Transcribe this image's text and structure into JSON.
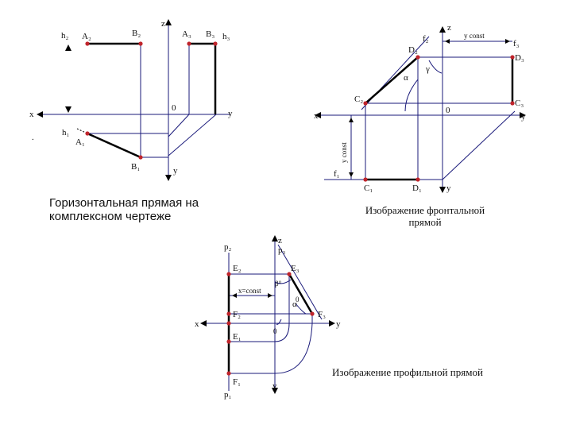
{
  "captions": {
    "horizontal": "Горизонтальная прямая на комплексном чертеже",
    "frontal": "Изображение фронтальной прямой",
    "profile": "Изображение профильной прямой"
  },
  "fig1": {
    "h2": "h₂",
    "A2": "A₂",
    "B2": "B₂",
    "z": "z",
    "A3": "A₃",
    "B3": "B₃",
    "h3": "h₃",
    "x": "x",
    "zero": "0",
    "y": "y",
    "h1": "h₁",
    "A1": "A₁",
    "B1": "B₁",
    "y2": "y",
    "dot": "."
  },
  "fig2": {
    "f2": "f₂",
    "z": "z",
    "yconst_top": "y const",
    "f3": "f₃",
    "D2": "D₂",
    "D3": "D₃",
    "gamma": "γ",
    "alpha": "α",
    "C2": "C₂",
    "C3": "C₃",
    "x": "x",
    "zero": "0",
    "y": "y",
    "yconst_side": "y const",
    "f1": "f₁",
    "C1": "C₁",
    "D1": "D₁",
    "y2": "y"
  },
  "fig3": {
    "p2": "p₂",
    "z": "z",
    "p3": "p₃",
    "E2": "E₂",
    "E3": "E₃",
    "beta": "β°",
    "xconst": "x=const",
    "alpha": "α",
    "zero_s": "0",
    "F2": "F₂",
    "F3": "F₃",
    "x": "x",
    "y": "y",
    "zero": "0",
    "E1": "E₁",
    "F1": "F₁",
    "p1": "p₁",
    "y2": "y"
  },
  "colors": {
    "line": "#1a1a7a",
    "point": "#c0242b",
    "thick": "#000000"
  }
}
